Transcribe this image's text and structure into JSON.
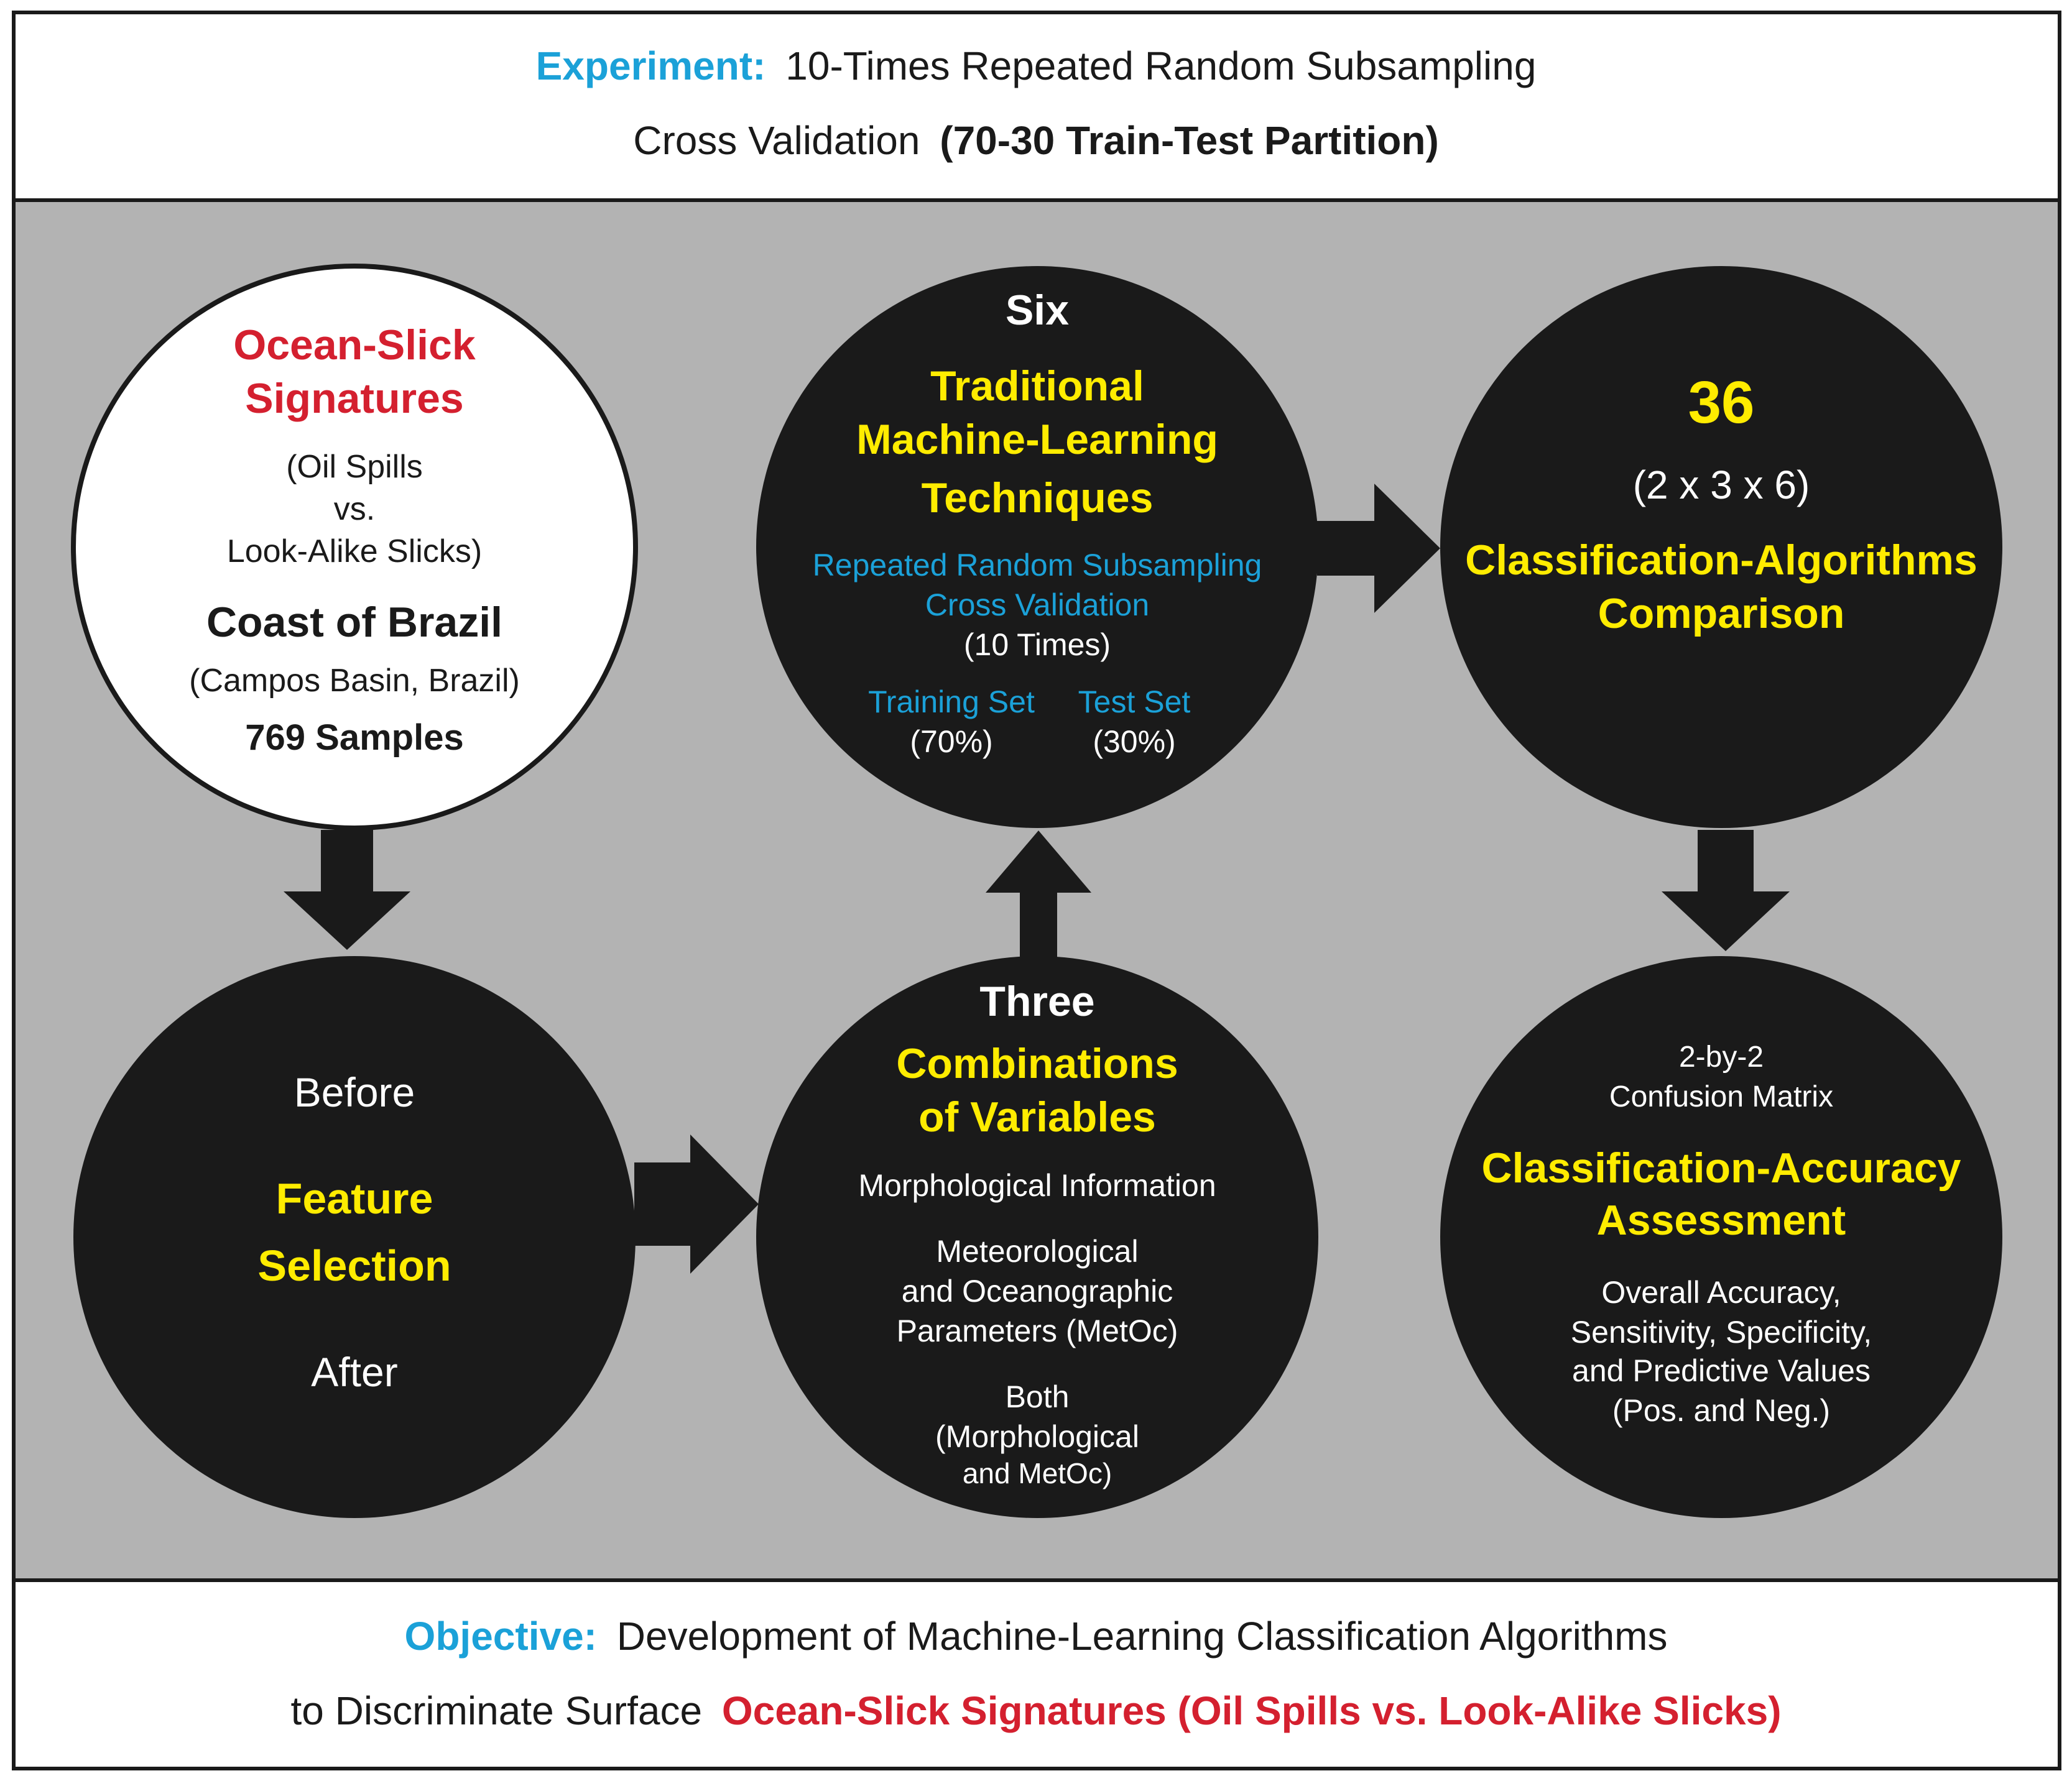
{
  "colors": {
    "cyan": "#1ba1d8",
    "yellow": "#ffec00",
    "red": "#d4202f",
    "panel_gray": "#b3b3b3",
    "node_dark": "#1a1a1a"
  },
  "header": {
    "prefix": "Experiment:",
    "line1": "10-Times Repeated Random Subsampling",
    "line2_plain": "Cross Validation",
    "line2_bold": "(70-30 Train-Test Partition)"
  },
  "footer": {
    "prefix": "Objective:",
    "line1": "Development of Machine-Learning Classification Algorithms",
    "line2_plain": "to Discriminate Surface",
    "line2_red": "Ocean-Slick Signatures (Oil Spills vs. Look-Alike Slicks)"
  },
  "nodes": {
    "signatures": {
      "title1": "Ocean-Slick",
      "title2": "Signatures",
      "sub1": "(Oil Spills",
      "sub2": "vs.",
      "sub3": "Look-Alike Slicks)",
      "place": "Coast of Brazil",
      "place_sub": "(Campos Basin, Brazil)",
      "samples": "769 Samples"
    },
    "feature": {
      "before": "Before",
      "title1": "Feature",
      "title2": "Selection",
      "after": "After"
    },
    "combinations": {
      "count": "Three",
      "title1": "Combinations",
      "title2": "of Variables",
      "item1": "Morphological Information",
      "item2a": "Meteorological",
      "item2b": "and Oceanographic",
      "item2c": "Parameters (MetOc)",
      "item3a": "Both",
      "item3b": "(Morphological",
      "item3c": "and MetOc)"
    },
    "techniques": {
      "count": "Six",
      "title1": "Traditional",
      "title2": "Machine-Learning",
      "title3": "Techniques",
      "cv1": "Repeated Random Subsampling",
      "cv2": "Cross Validation",
      "cv3": "(10 Times)",
      "train_label": "Training Set",
      "train_pct": "(70%)",
      "test_label": "Test Set",
      "test_pct": "(30%)"
    },
    "comparison": {
      "count": "36",
      "formula": "(2 x 3 x 6)",
      "title1": "Classification-Algorithms",
      "title2": "Comparison"
    },
    "assessment": {
      "sub1": "2-by-2",
      "sub2": "Confusion Matrix",
      "title1": "Classification-Accuracy",
      "title2": "Assessment",
      "m1": "Overall Accuracy,",
      "m2": "Sensitivity, Specificity,",
      "m3": "and Predictive Values",
      "m4": "(Pos. and Neg.)"
    }
  }
}
